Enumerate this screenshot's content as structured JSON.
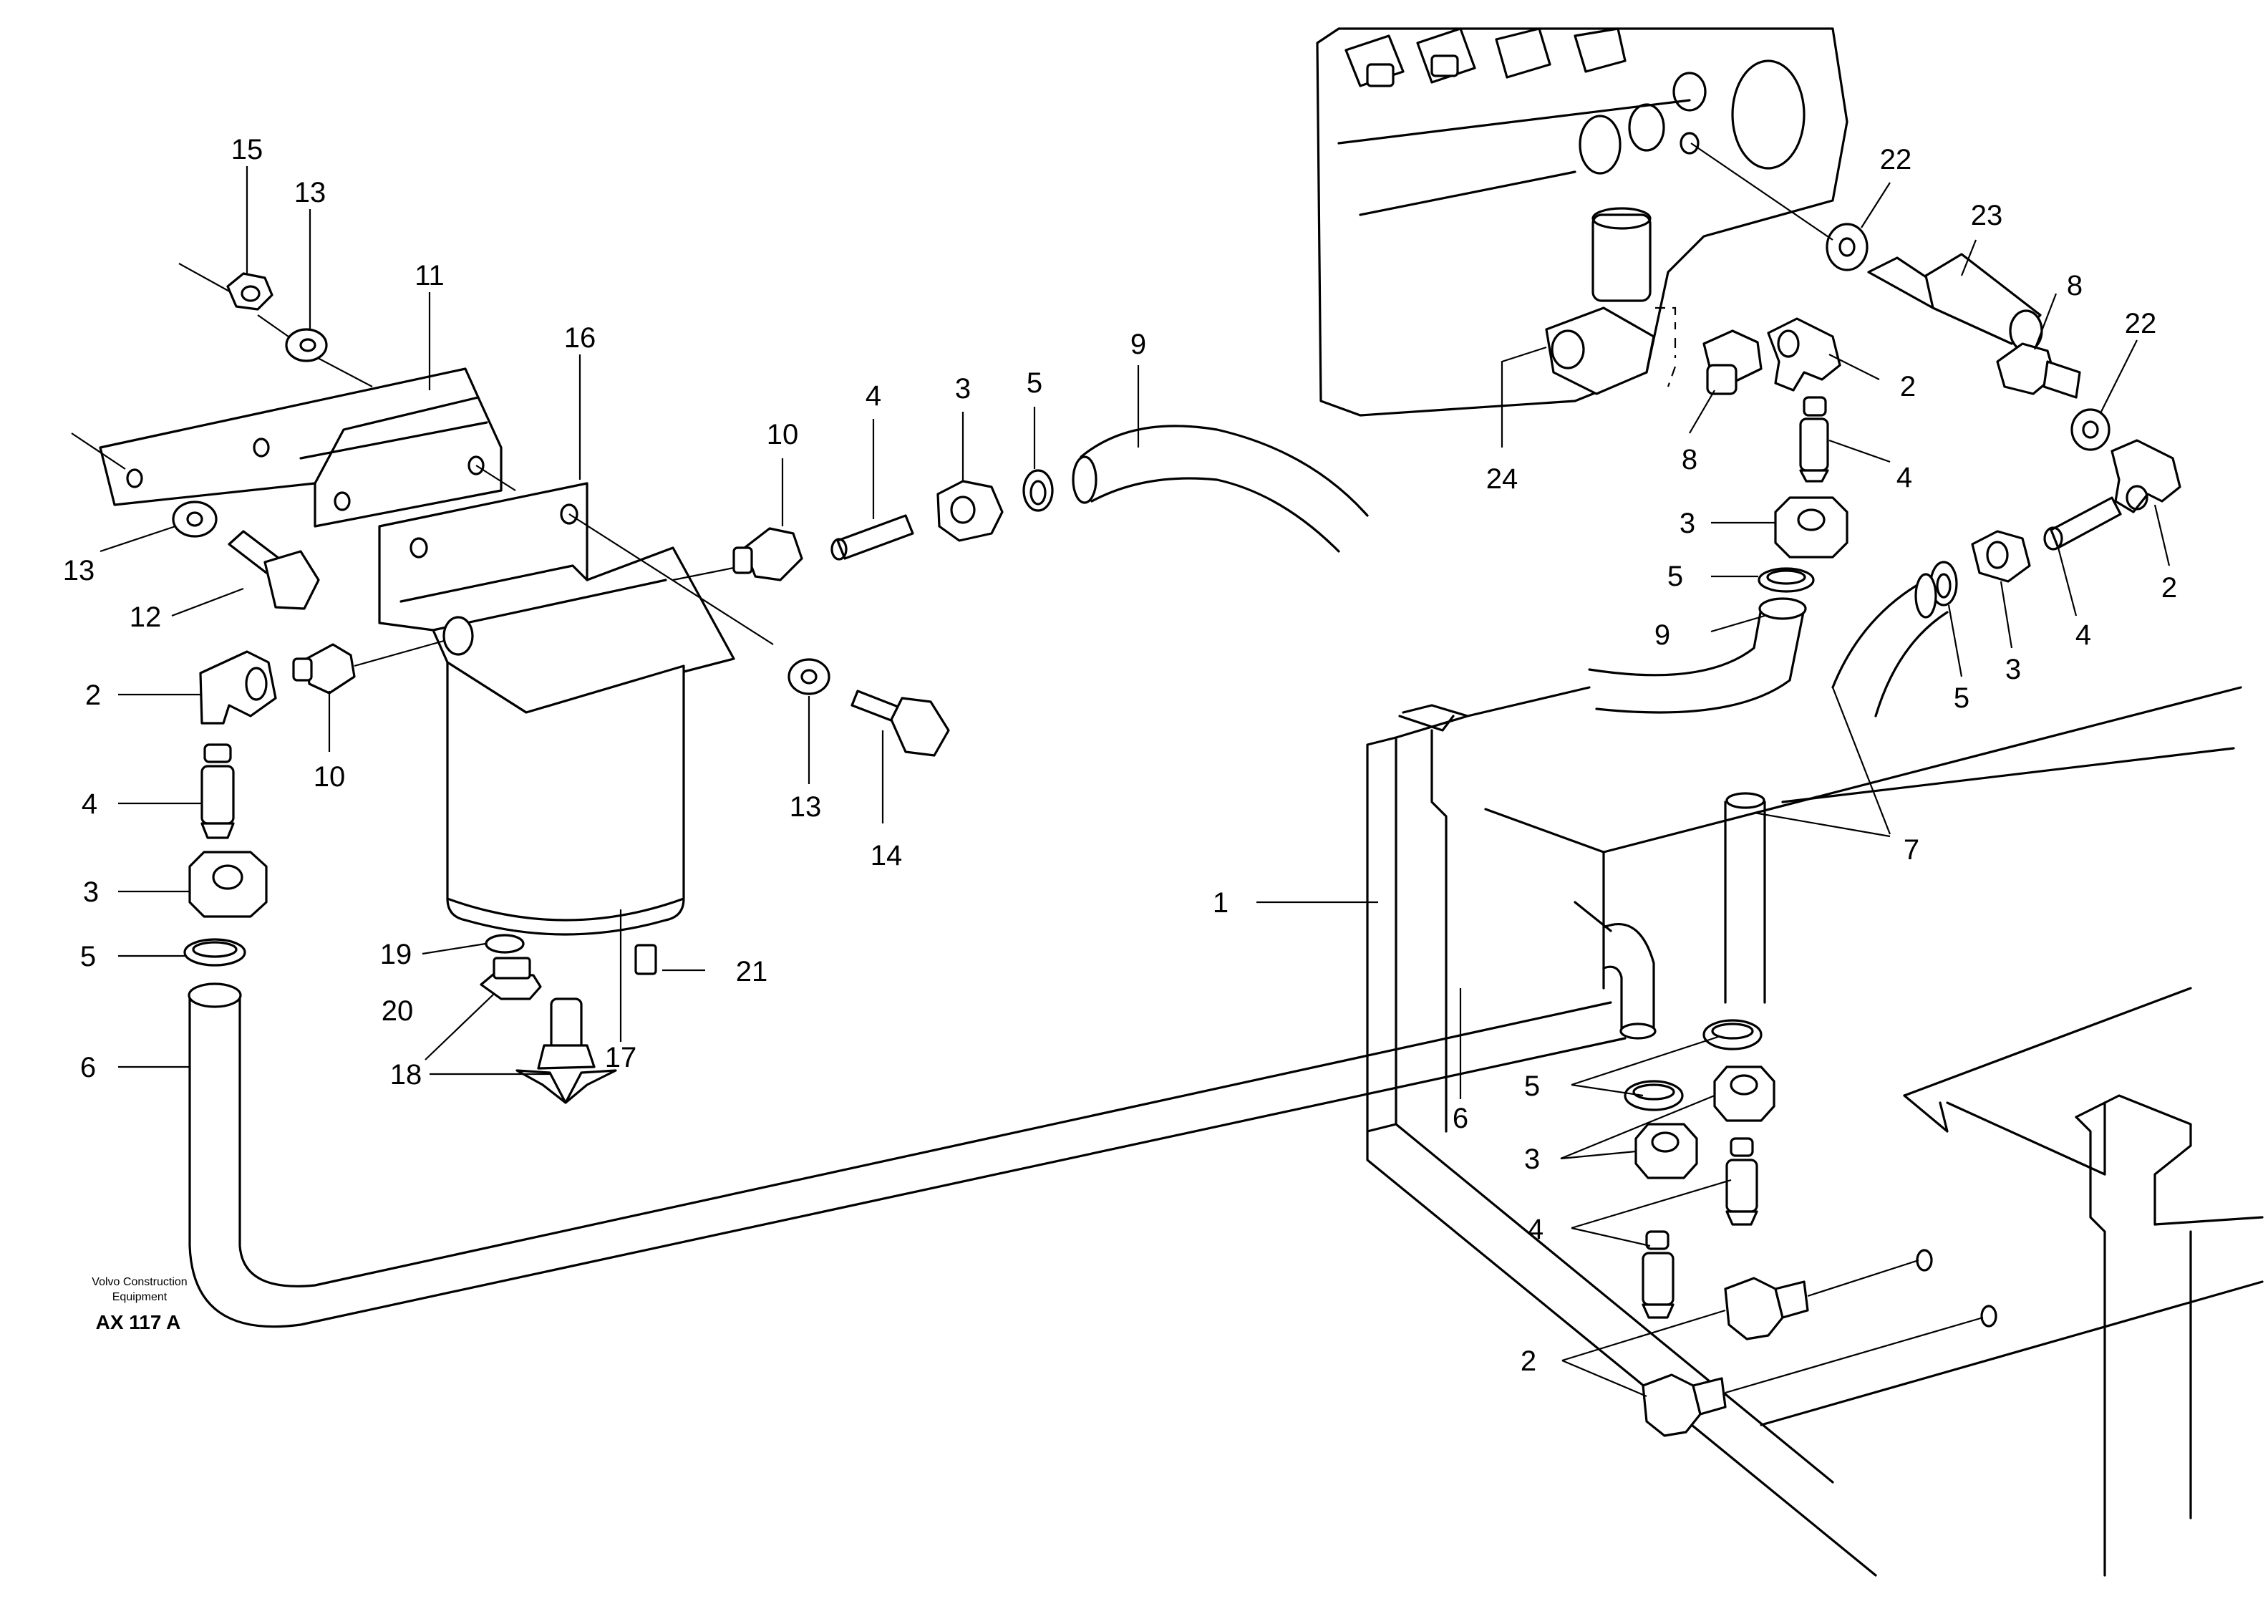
{
  "diagram": {
    "callouts": {
      "c15": "15",
      "c13a": "13",
      "c11": "11",
      "c16": "16",
      "c13b": "13",
      "c12": "12",
      "c2a": "2",
      "c10a": "10",
      "c4a": "4",
      "c3a": "3",
      "c5a": "5",
      "c6a": "6",
      "c19": "19",
      "c20": "20",
      "c18": "18",
      "c17": "17",
      "c21": "21",
      "c10b": "10",
      "c4b": "4",
      "c3b": "3",
      "c5b": "5",
      "c9a": "9",
      "c13c": "13",
      "c14": "14",
      "c22a": "22",
      "c23": "23",
      "c8a": "8",
      "c22b": "22",
      "c24": "24",
      "c8b": "8",
      "c2b": "2",
      "c4c": "4",
      "c3c": "3",
      "c5c": "5",
      "c9b": "9",
      "c2c": "2",
      "c4d": "4",
      "c3d": "3",
      "c5d": "5",
      "c7": "7",
      "c1": "1",
      "c6b": "6",
      "c5e": "5",
      "c3e": "3",
      "c4e": "4",
      "c2d": "2"
    },
    "credit": {
      "line1": "Volvo Construction",
      "line2": "Equipment",
      "code": "AX 117 A"
    }
  }
}
